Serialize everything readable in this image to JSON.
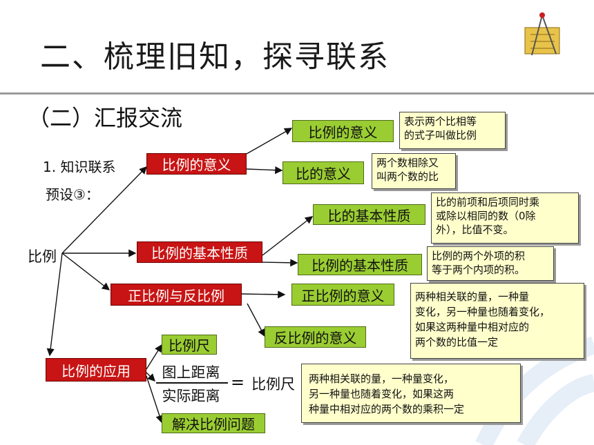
{
  "slide": {
    "title": "二、梳理旧知，探寻联系",
    "subtitle": "（二）汇报交流",
    "section_label": "1. 知识联系",
    "preset_label": "预设③：",
    "root": "比例"
  },
  "nodes": {
    "meaning_of_proportion": "比例的意义",
    "basic_property": "比例的基本性质",
    "direct_inverse": "正比例与反比例",
    "application": "比例的应用"
  },
  "leaves": {
    "proportion_meaning": "比例的意义",
    "ratio_meaning": "比的意义",
    "ratio_basic_property": "比的基本性质",
    "proportion_basic_property": "比例的基本性质",
    "direct_meaning": "正比例的意义",
    "inverse_meaning": "反比例的意义",
    "scale": "比例尺",
    "solve_problems": "解决比例问题"
  },
  "formula": {
    "numerator": "图上距离",
    "denominator": "实际距离",
    "equals": "=",
    "result": "比例尺"
  },
  "notes": {
    "proportion_def": [
      "表示两个比相等",
      "的式子叫做比例"
    ],
    "ratio_def": [
      "两个数相除又",
      "叫两个数的比"
    ],
    "ratio_property": [
      "比的前项和后项同时乘",
      "或除以相同的数（0除",
      "外），比值不变。"
    ],
    "proportion_property": [
      "比例的两个外项的积",
      "等于两个内项的积。"
    ],
    "direct_def": [
      "两种相关联的量，一种量",
      "变化，另一种量也随着变化，",
      "如果这两种量中相对应的",
      "两个数的比值一定"
    ],
    "inverse_def": [
      "两种相关联的量，一种量变化，",
      "另一种量也随着变化，如果这两",
      "种量中相对应的两个数的乘积一定"
    ]
  },
  "colors": {
    "node_fill": "#c81414",
    "leaf_fill": "#9acd32",
    "note_fill": "#ffffcc"
  }
}
